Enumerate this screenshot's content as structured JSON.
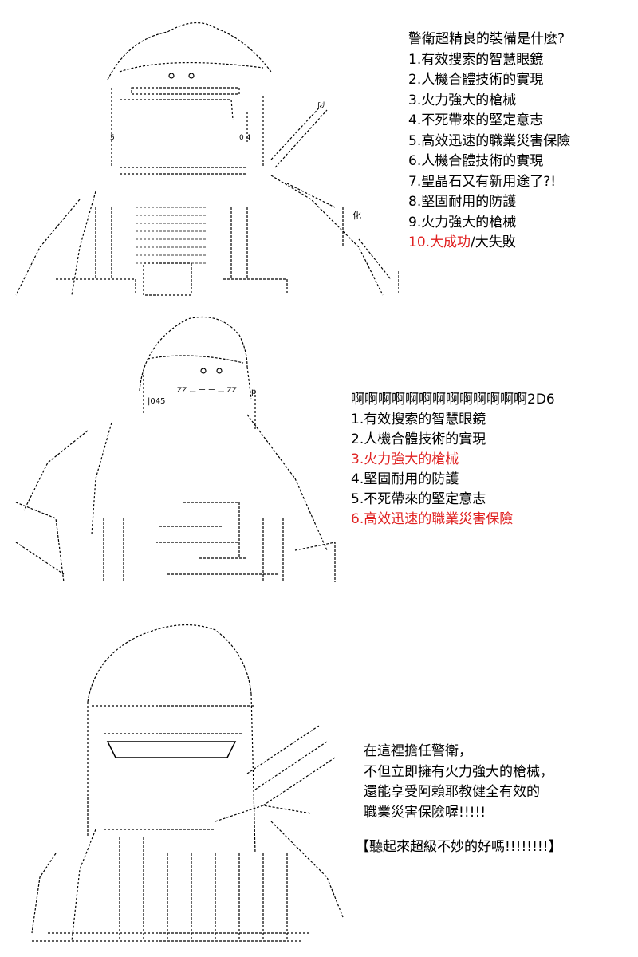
{
  "panel1": {
    "question": "警衛超精良的裝備是什麼?",
    "items": [
      "1.有效搜索的智慧眼鏡",
      "2.人機合體技術的實現",
      "3.火力強大的槍械",
      "4.不死帶來的堅定意志",
      "5.高效迅速的職業災害保險",
      "6.人機合體技術的實現",
      "7.聖晶石又有新用途了?!",
      "8.堅固耐用的防護",
      "9.火力強大的槍械"
    ],
    "last_item_red": "10.大成功",
    "last_item_rest": "/大失敗",
    "art_labels": {
      "helmet_left": "5",
      "helmet_right": "0 4",
      "mark": "f丿",
      "kanji": "化"
    }
  },
  "panel2": {
    "roll_line": "啊啊啊啊啊啊啊啊啊啊啊啊啊2D6",
    "items": [
      {
        "text": "1.有效搜索的智慧眼鏡",
        "red": false
      },
      {
        "text": "2.人機合體技術的實現",
        "red": false
      },
      {
        "text": "3.火力強大的槍械",
        "red": true
      },
      {
        "text": "4.堅固耐用的防護",
        "red": false
      },
      {
        "text": "5.不死帶來的堅定意志",
        "red": false
      },
      {
        "text": "6.高效迅速的職業災害保險",
        "red": true
      }
    ],
    "art_labels": {
      "code": "|045",
      "visor": "ZZ ニ ー ー ニ ZZ",
      "side": "p"
    }
  },
  "panel3": {
    "lines": [
      "在這裡擔任警衛，",
      "不但立即擁有火力強大的槍械，",
      "還能享受阿賴耶教健全有效的",
      "職業災害保險喔!!!!!"
    ],
    "footer": "【聽起來超級不妙的好嗎!!!!!!!!】"
  },
  "colors": {
    "highlight": "#e02020",
    "ink": "#000000"
  }
}
